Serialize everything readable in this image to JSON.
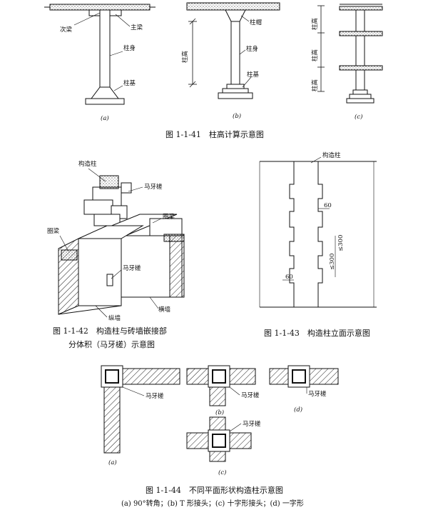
{
  "fig41": {
    "caption": "图 1-1-41　柱高计算示意图",
    "a": {
      "label_ciliang": "次梁",
      "label_zhuliang": "主梁",
      "label_zhushen": "柱身",
      "label_zhuji": "柱基",
      "sub": "(a)"
    },
    "b": {
      "label_zhugao": "柱高",
      "label_zhumao": "柱帽",
      "label_zhushen": "柱身",
      "label_zhuji": "柱基",
      "sub": "(b)"
    },
    "c": {
      "label_zhugao1": "柱高",
      "label_zhugao2": "柱高",
      "label_zhugao3": "柱高",
      "sub": "(c)"
    }
  },
  "fig42": {
    "caption_line1": "图 1-1-42　构造柱与砖墙嵌接部",
    "caption_line2": "分体积（马牙槎）示意图",
    "label_gouzaozhu": "构造柱",
    "label_mayacha1": "马牙槎",
    "label_quanliang_right": "圈梁",
    "label_quanliang_left": "圈梁",
    "label_mayacha2": "马牙槎",
    "label_zongqiang": "纵墙",
    "label_hengqiang": "横墙"
  },
  "fig43": {
    "caption": "图 1-1-43　构造柱立面示意图",
    "label_gouzaozhu": "构造柱",
    "dim_60_top": "60",
    "dim_300_a": "≤300",
    "dim_300_b": "≤300",
    "dim_60_bottom": "60"
  },
  "fig44": {
    "caption": "图 1-1-44　不同平面形状构造柱示意图",
    "subcaption": "(a) 90°转角；(b) T 形接头；(c) 十字形接头；(d) 一字形",
    "label_mayacha_a": "马牙槎",
    "label_mayacha_b": "马牙槎",
    "label_mayacha_d": "马牙槎",
    "label_mayacha_c": "马牙槎",
    "sub_a": "(a)",
    "sub_b": "(b)",
    "sub_c": "(c)",
    "sub_d": "(d)"
  }
}
